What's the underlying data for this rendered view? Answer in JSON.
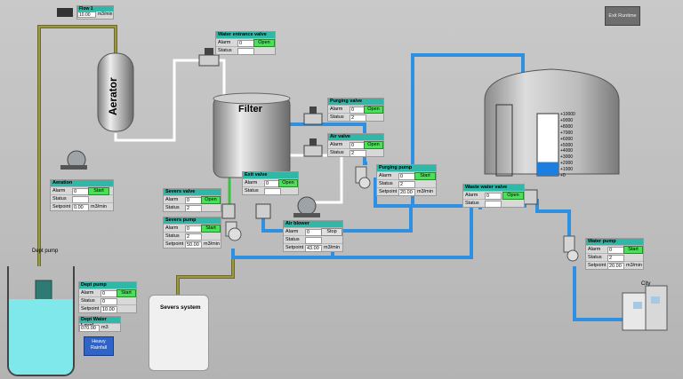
{
  "flow1": {
    "title": "Flow 1",
    "value": "10.00",
    "unit": "m3/min"
  },
  "exit_button": "Exit Runtime",
  "labels": {
    "aerator": "Aerator",
    "filter": "Filter",
    "dept_pump": "Dept pump",
    "sewers_system": "Severs system",
    "city": "City"
  },
  "panels": {
    "water_entrance_valve": {
      "title": "Water entrance valve",
      "alarm": "0",
      "status": "",
      "button": "Open"
    },
    "aeration": {
      "title": "Aeration",
      "alarm": "0",
      "status": "",
      "setpoint": "0.00",
      "unit": "m3/min",
      "button": "Start"
    },
    "purging_valve": {
      "title": "Purging valve",
      "alarm": "0",
      "status": "2",
      "button": "Open"
    },
    "air_valve": {
      "title": "Air valve",
      "alarm": "0",
      "status": "2",
      "button": "Open"
    },
    "exit_valve": {
      "title": "Exit valve",
      "alarm": "0",
      "status": "",
      "button": "Open"
    },
    "purging_pump": {
      "title": "Purging pump",
      "alarm": "0",
      "status": "2",
      "setpoint": "20.00",
      "unit": "m3/min",
      "button": "Start"
    },
    "severs_valve": {
      "title": "Severs valve",
      "alarm": "0",
      "status": "2",
      "button": "Open"
    },
    "severs_pump": {
      "title": "Severs pump",
      "alarm": "0",
      "status": "2",
      "setpoint": "50.00",
      "unit": "m3/min",
      "button": "Start"
    },
    "air_blower": {
      "title": "Air blower",
      "alarm": "0",
      "status": "",
      "setpoint": "43.00",
      "unit": "m3/min",
      "button": "Stop"
    },
    "waste_water_valve": {
      "title": "Waste water valve",
      "alarm": "0",
      "status": "",
      "button": "Open"
    },
    "water_pump": {
      "title": "Water pump",
      "alarm": "0",
      "status": "2",
      "setpoint": "20.00",
      "unit": "m3/min",
      "button": "Start"
    },
    "dept_pump": {
      "title": "Dept pump",
      "alarm": "0",
      "status": "0",
      "setpoint": "10.00",
      "button": "Start"
    }
  },
  "dept_water_level": {
    "title": "Dept Water Level",
    "value": "070.00",
    "unit": "m3"
  },
  "heavy_rainfall_button": "Heavy Rainfall",
  "tank_scale": [
    "+10000",
    "+9000",
    "+8000",
    "+7000",
    "+6000",
    "+5000",
    "+4000",
    "+3000",
    "+2000",
    "+1000",
    "+0"
  ],
  "tank_level_fraction": 0.22,
  "row_labels": {
    "alarm": "Alarm",
    "status": "Status",
    "setpoint": "Setpoint"
  },
  "colors": {
    "panel_title": "#2fb8a8",
    "button_green": "#4be05a",
    "pipe_blue": "#2f8fe0",
    "pipe_olive": "#7a7a30",
    "pipe_white": "#f2f2f2"
  }
}
